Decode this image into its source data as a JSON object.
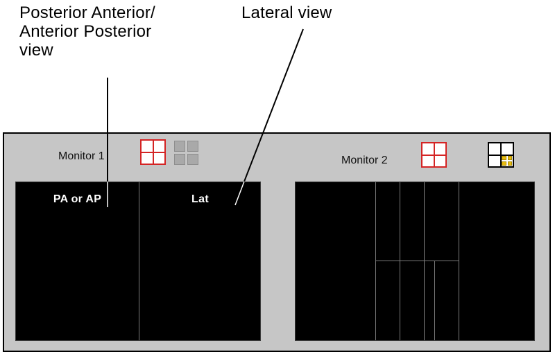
{
  "annotations": {
    "pa_ap_view": {
      "line1": "Posterior Anterior/",
      "line2": "Anterior Posterior",
      "line3": "view"
    },
    "lateral_view": {
      "text": "Lateral view"
    }
  },
  "monitors": {
    "monitor1": {
      "label": "Monitor 1",
      "icons": [
        {
          "name": "layout-2x2-active-icon"
        },
        {
          "name": "layout-2x2-disabled-icon"
        }
      ],
      "panes": [
        {
          "label": "PA or AP"
        },
        {
          "label": "Lat"
        }
      ]
    },
    "monitor2": {
      "label": "Monitor 2",
      "icons": [
        {
          "name": "layout-2x2-active-icon"
        },
        {
          "name": "layout-subdivided-selected-icon"
        }
      ]
    }
  },
  "colors": {
    "accent_red": "#d42424",
    "highlight_yellow": "#e8bb10",
    "panel_gray": "#c6c6c6",
    "screen_black": "#000000"
  }
}
